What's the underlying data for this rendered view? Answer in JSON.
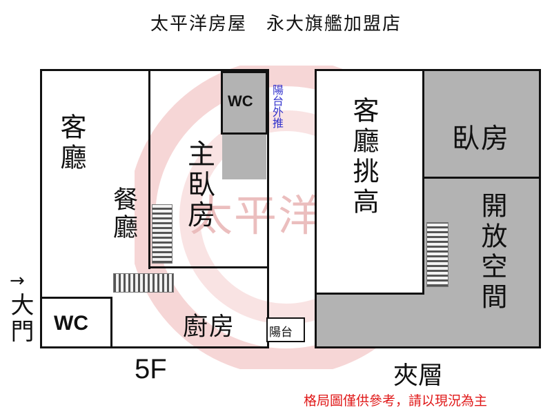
{
  "title": "太平洋房屋　永大旗艦加盟店",
  "watermark": "太平洋房屋",
  "floor5f": {
    "label": "5F",
    "living_room": "客廳",
    "dining": "餐廳",
    "master_bedroom": "主臥房",
    "kitchen": "廚房",
    "wc_top": "WC",
    "wc_bottom": "WC",
    "balcony_push": "陽台外推",
    "balcony": "陽台",
    "entrance": "大門",
    "entrance_arrow": "→"
  },
  "mezzanine": {
    "label": "夾層",
    "living_high": "客廳挑高",
    "bedroom": "臥房",
    "open_space": "開放空間"
  },
  "note": "格局圖僅供參考，請以現況為主",
  "colors": {
    "room_gray": "#b3b3b3",
    "wall": "#111111",
    "note_red": "#e01818",
    "push_blue": "#3333cc"
  }
}
